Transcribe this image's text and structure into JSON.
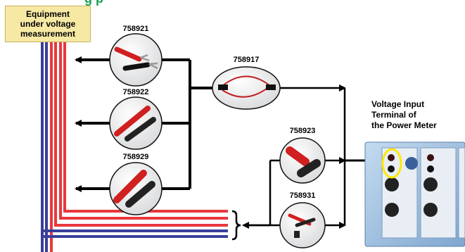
{
  "title": "g                                        p",
  "equipment_label": [
    "Equipment",
    "under voltage",
    "measurement"
  ],
  "meter_label": [
    "Voltage Input",
    "Terminal of",
    "the Power Meter"
  ],
  "parts": {
    "p758921": "758921",
    "p758922": "758922",
    "p758929": "758929",
    "p758917": "758917",
    "p758923": "758923",
    "p758931": "758931"
  },
  "colors": {
    "line_red": "#e8383d",
    "line_blue": "#3a3f9a",
    "title_green": "#1a9e50",
    "label_bg": "#f7e9a4",
    "meter_blue": "#9fc3e6",
    "highlight_yellow": "#ffe800"
  }
}
